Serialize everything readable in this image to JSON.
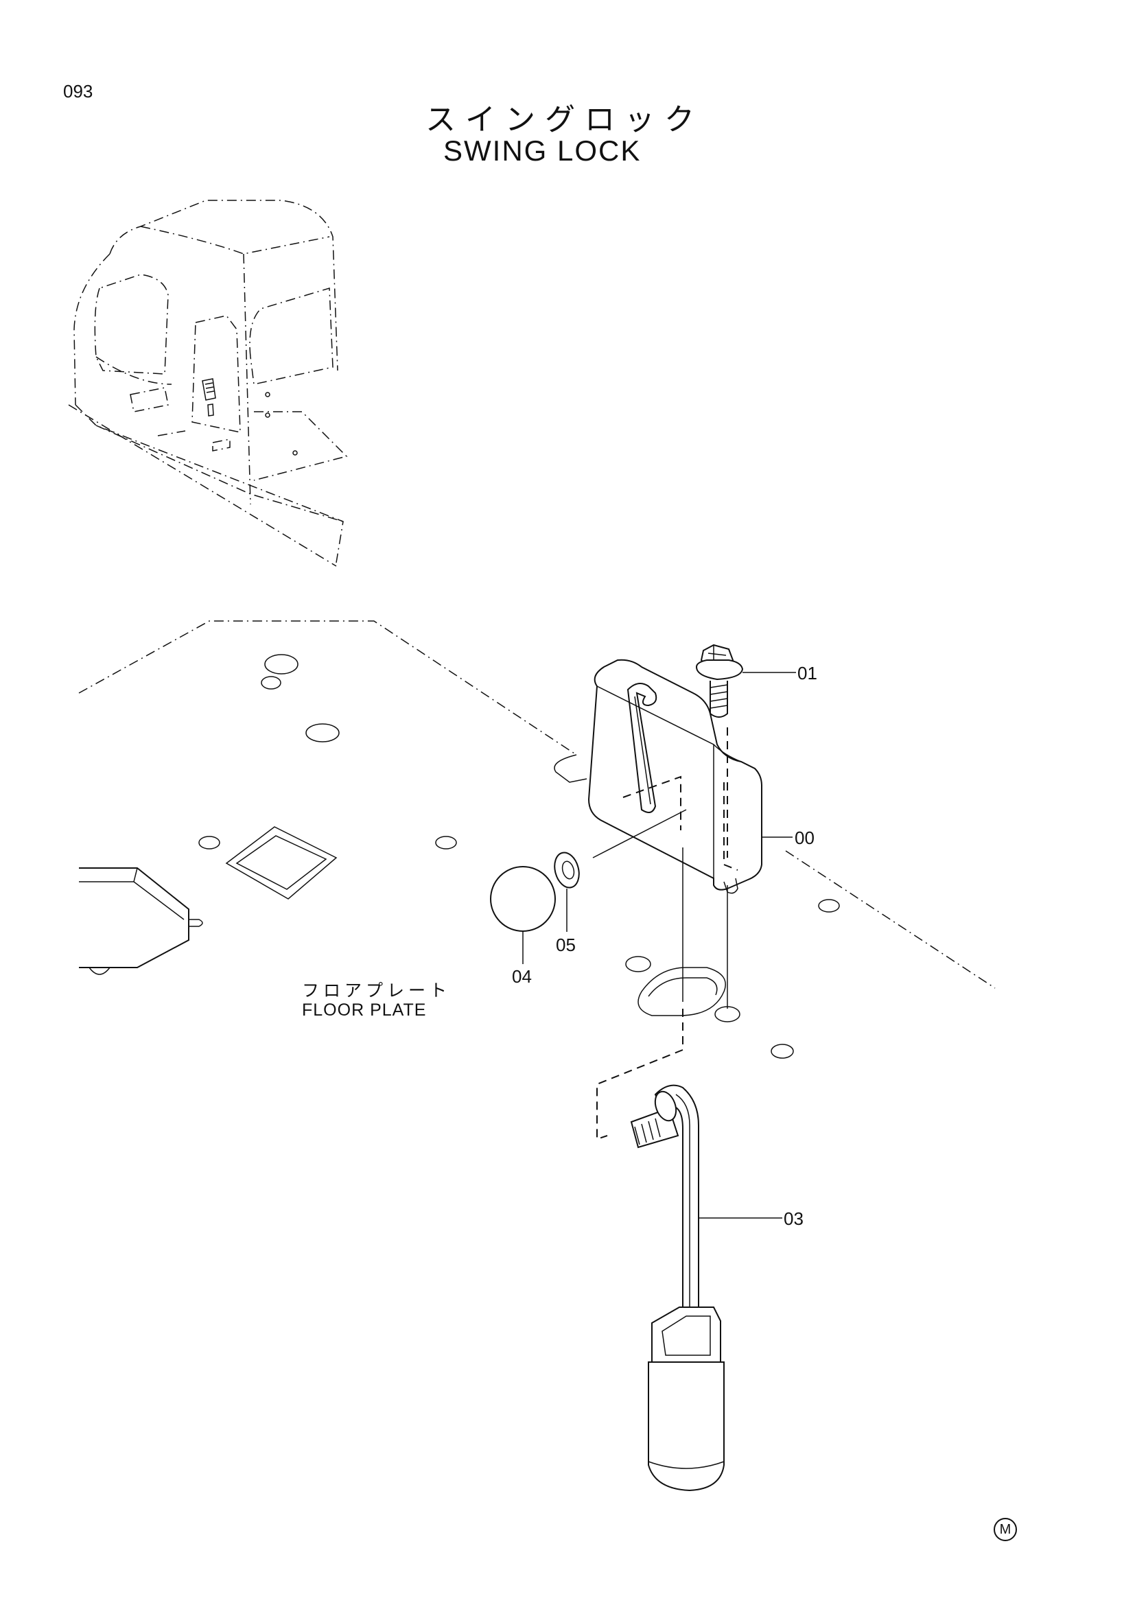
{
  "header": {
    "page_number": "093",
    "title_jp": "スイングロック",
    "title_en": "SWING LOCK"
  },
  "labels": {
    "floor_plate_jp": "フロアプレート",
    "floor_plate_en": "FLOOR PLATE",
    "mark": "M"
  },
  "callouts": [
    {
      "id": "01",
      "part": "bolt"
    },
    {
      "id": "00",
      "part": "bracket"
    },
    {
      "id": "05",
      "part": "washer"
    },
    {
      "id": "04",
      "part": "knob"
    },
    {
      "id": "03",
      "part": "lock-pin"
    }
  ]
}
